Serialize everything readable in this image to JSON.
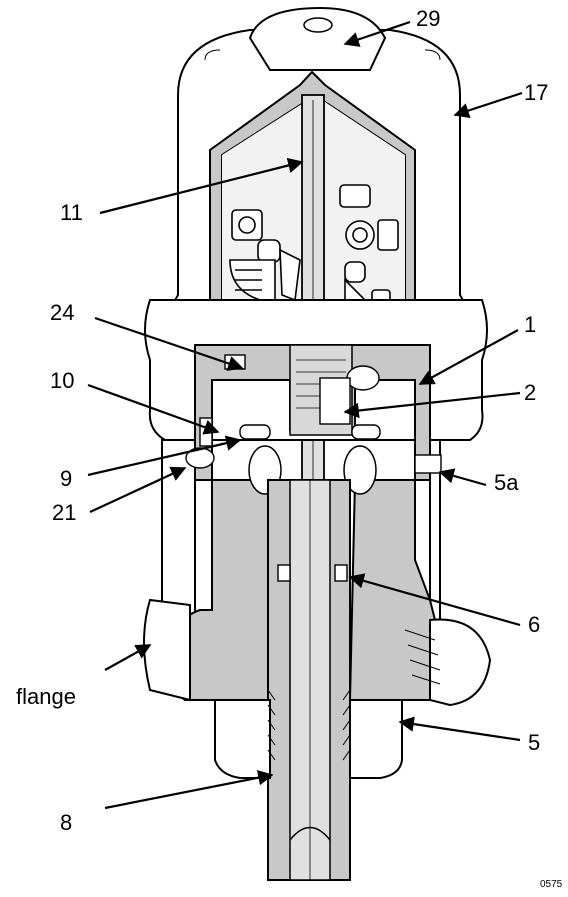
{
  "callouts": {
    "c29": "29",
    "c17": "17",
    "c11": "11",
    "c24": "24",
    "c1": "1",
    "c10": "10",
    "c2": "2",
    "c9": "9",
    "c5a": "5a",
    "c21": "21",
    "c6": "6",
    "flange": "flange",
    "c5": "5",
    "c8": "8"
  },
  "figure_id": "0575",
  "colors": {
    "line": "#000000",
    "section": "#c8c8c8",
    "metal": "#e0e0e0",
    "bg": "#ffffff"
  }
}
